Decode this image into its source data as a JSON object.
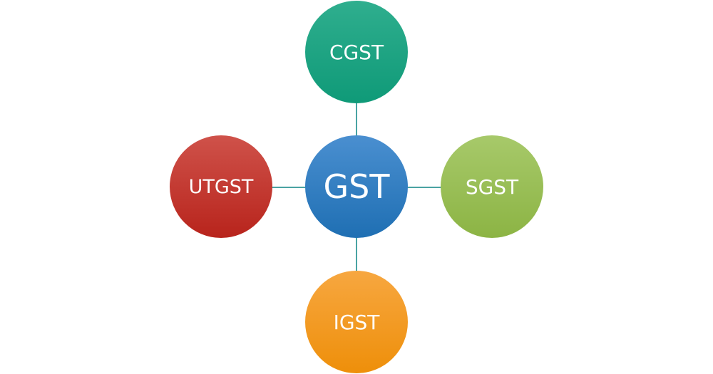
{
  "diagram": {
    "type": "hub-and-spoke",
    "center": {
      "label": "GST",
      "color_top": "#4a8fd0",
      "color_bottom": "#1f6fb3"
    },
    "nodes": [
      {
        "id": "top",
        "label": "CGST",
        "color_top": "#2fae8e",
        "color_bottom": "#0f9a78"
      },
      {
        "id": "left",
        "label": "UTGST",
        "color_top": "#cf524a",
        "color_bottom": "#b8241c"
      },
      {
        "id": "right",
        "label": "SGST",
        "color_top": "#a7c96a",
        "color_bottom": "#8cb444"
      },
      {
        "id": "bottom",
        "label": "IGST",
        "color_top": "#f7a740",
        "color_bottom": "#ee8f0a"
      }
    ],
    "connector_color": "#4aa3a3"
  }
}
